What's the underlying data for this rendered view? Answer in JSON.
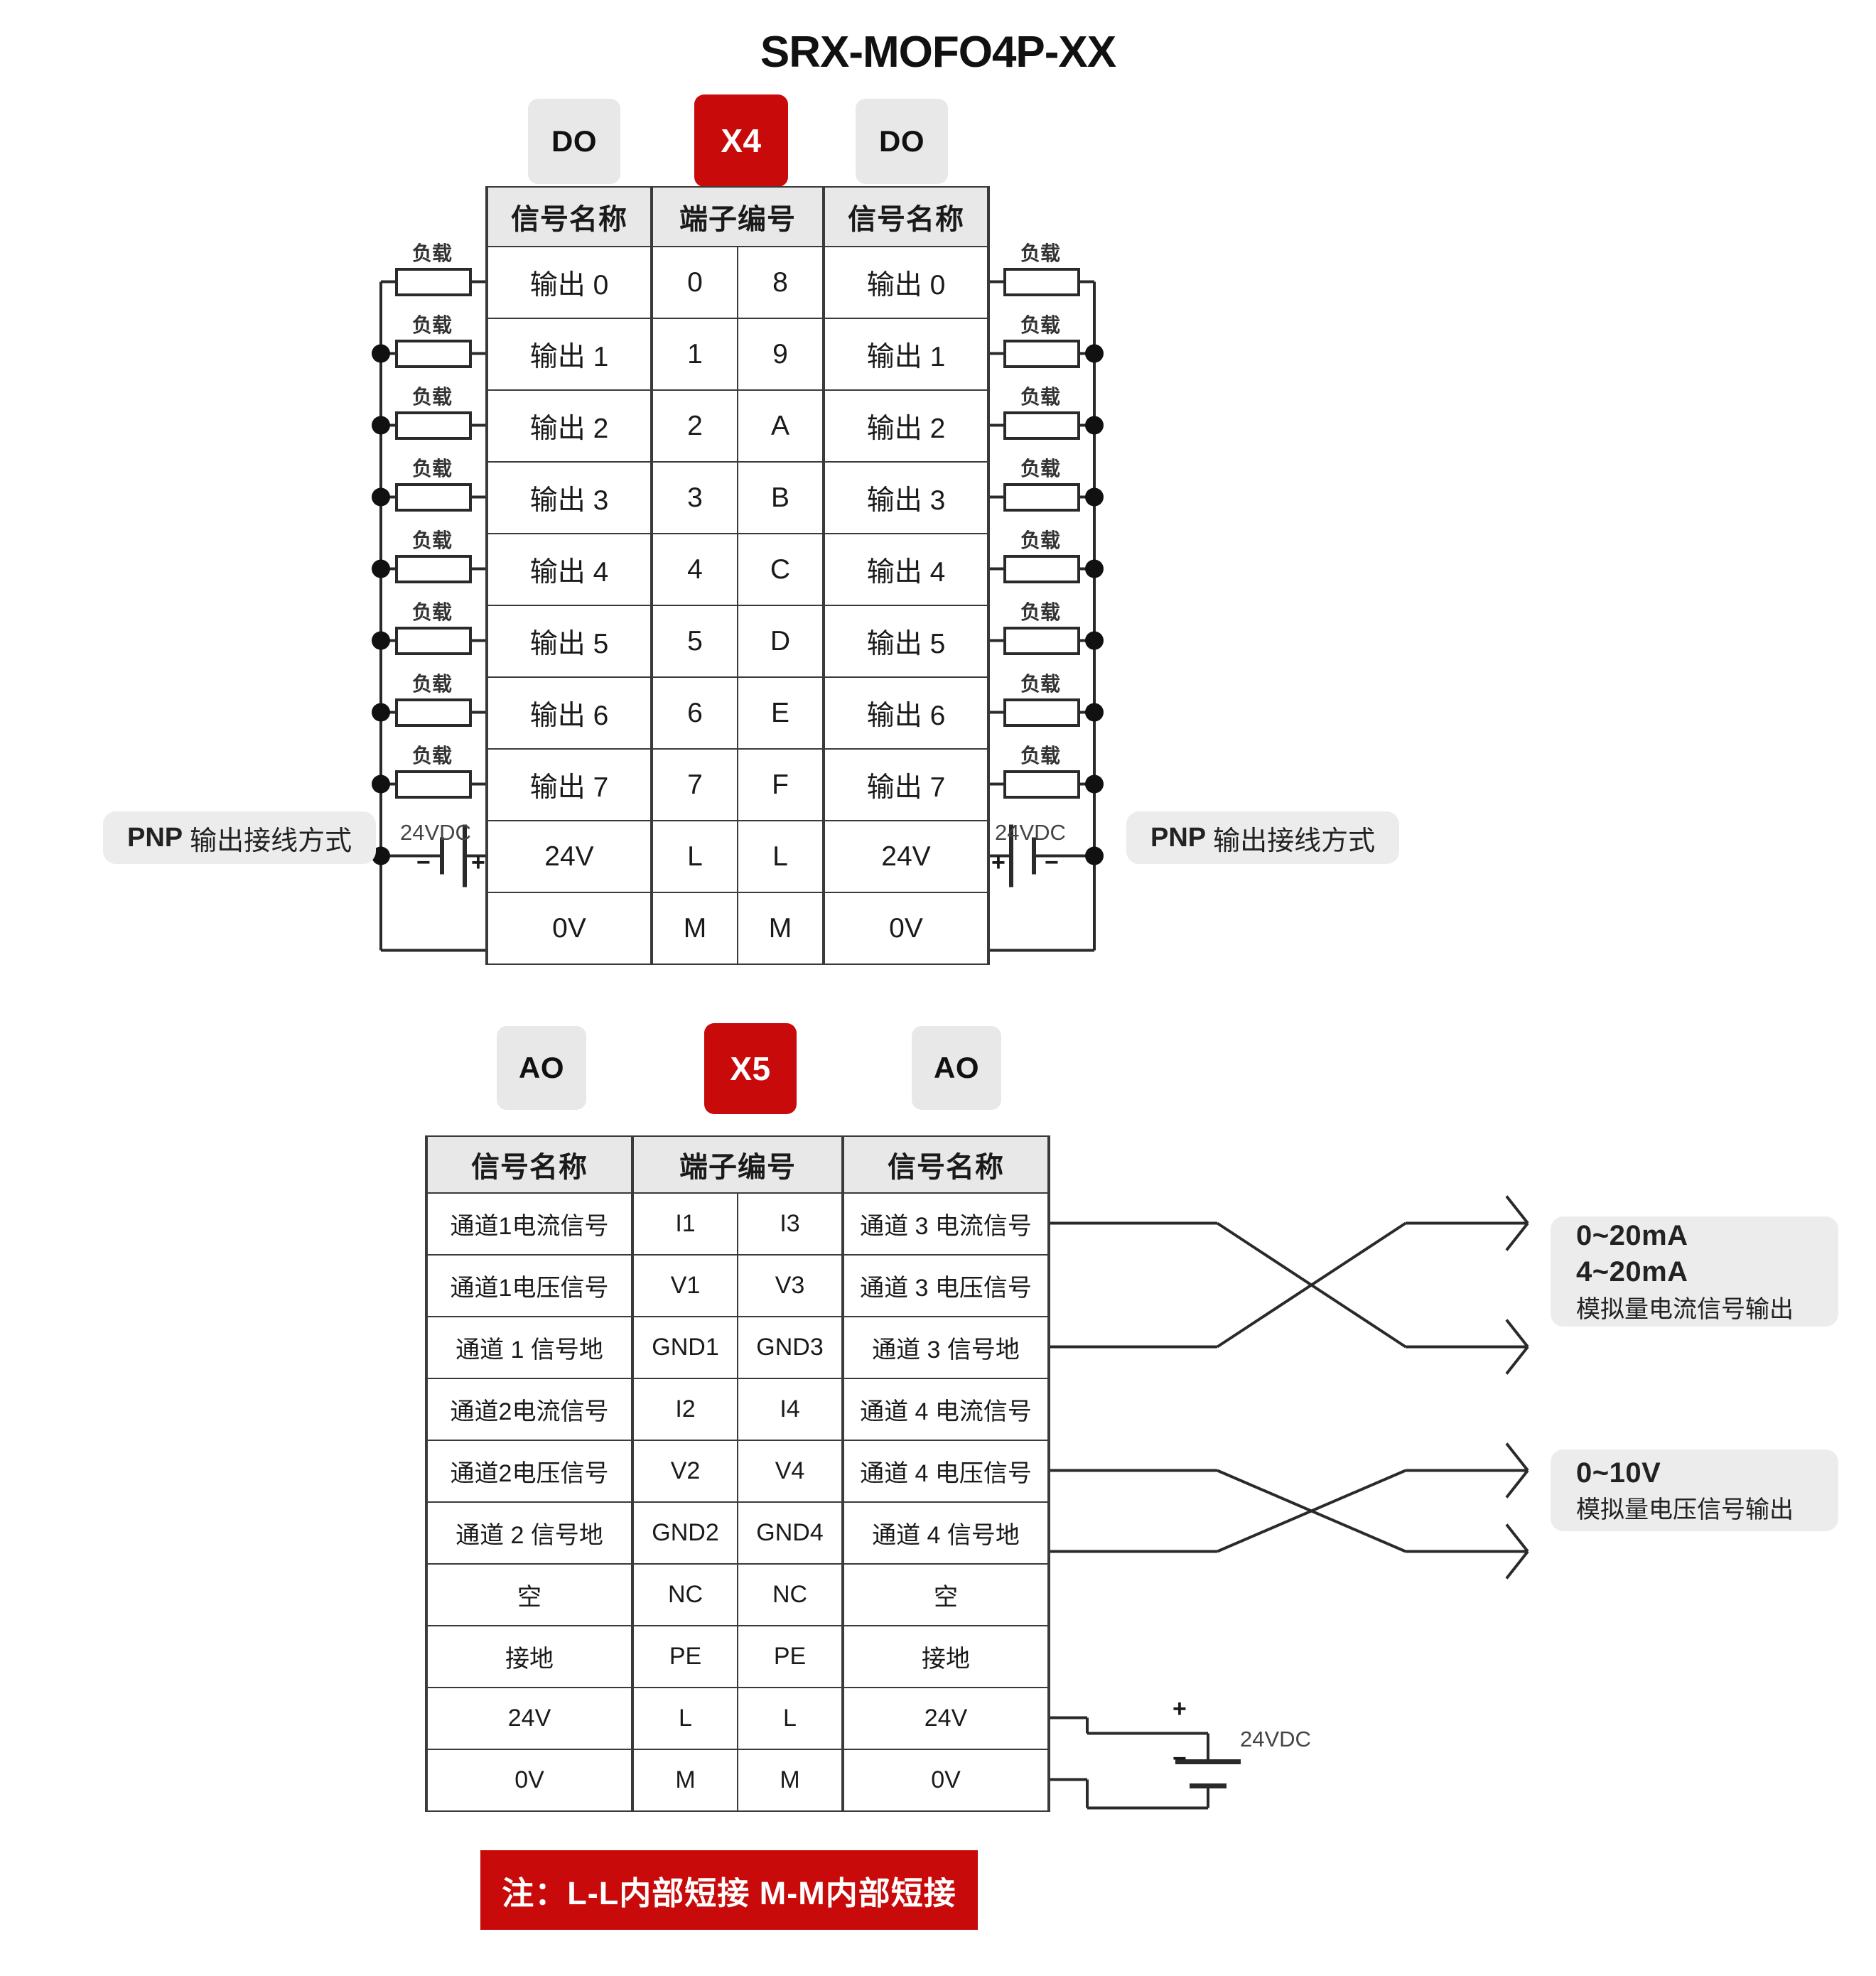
{
  "title": "SRX-MOFO4P-XX",
  "section_x4": {
    "badges": {
      "left": "DO",
      "center": "X4",
      "right": "DO"
    },
    "headers": {
      "signal": "信号名称",
      "terminal": "端子编号"
    },
    "rows": [
      {
        "left_signal": "输出 0",
        "left_term": "0",
        "right_term": "8",
        "right_signal": "输出 0"
      },
      {
        "left_signal": "输出 1",
        "left_term": "1",
        "right_term": "9",
        "right_signal": "输出 1"
      },
      {
        "left_signal": "输出 2",
        "left_term": "2",
        "right_term": "A",
        "right_signal": "输出 2"
      },
      {
        "left_signal": "输出 3",
        "left_term": "3",
        "right_term": "B",
        "right_signal": "输出 3"
      },
      {
        "left_signal": "输出 4",
        "left_term": "4",
        "right_term": "C",
        "right_signal": "输出 4"
      },
      {
        "left_signal": "输出 5",
        "left_term": "5",
        "right_term": "D",
        "right_signal": "输出 5"
      },
      {
        "left_signal": "输出 6",
        "left_term": "6",
        "right_term": "E",
        "right_signal": "输出 6"
      },
      {
        "left_signal": "输出 7",
        "left_term": "7",
        "right_term": "F",
        "right_signal": "输出 7"
      },
      {
        "left_signal": "24V",
        "left_term": "L",
        "right_term": "L",
        "right_signal": "24V"
      },
      {
        "left_signal": "0V",
        "left_term": "M",
        "right_term": "M",
        "right_signal": "0V"
      }
    ],
    "load_label": "负载",
    "supply_label": "24VDC",
    "plus": "+",
    "minus": "−",
    "wiring_note_bold": "PNP",
    "wiring_note_rest": "输出接线方式"
  },
  "section_x5": {
    "badges": {
      "left": "AO",
      "center": "X5",
      "right": "AO"
    },
    "headers": {
      "signal": "信号名称",
      "terminal": "端子编号"
    },
    "rows": [
      {
        "left_signal": "通道1电流信号",
        "left_term": "I1",
        "right_term": "I3",
        "right_signal": "通道 3 电流信号"
      },
      {
        "left_signal": "通道1电压信号",
        "left_term": "V1",
        "right_term": "V3",
        "right_signal": "通道 3 电压信号"
      },
      {
        "left_signal": "通道 1 信号地",
        "left_term": "GND1",
        "right_term": "GND3",
        "right_signal": "通道 3 信号地"
      },
      {
        "left_signal": "通道2电流信号",
        "left_term": "I2",
        "right_term": "I4",
        "right_signal": "通道 4 电流信号"
      },
      {
        "left_signal": "通道2电压信号",
        "left_term": "V2",
        "right_term": "V4",
        "right_signal": "通道 4 电压信号"
      },
      {
        "left_signal": "通道 2 信号地",
        "left_term": "GND2",
        "right_term": "GND4",
        "right_signal": "通道 4 信号地"
      },
      {
        "left_signal": "空",
        "left_term": "NC",
        "right_term": "NC",
        "right_signal": "空"
      },
      {
        "left_signal": "接地",
        "left_term": "PE",
        "right_term": "PE",
        "right_signal": "接地"
      },
      {
        "left_signal": "24V",
        "left_term": "L",
        "right_term": "L",
        "right_signal": "24V"
      },
      {
        "left_signal": "0V",
        "left_term": "M",
        "right_term": "M",
        "right_signal": "0V"
      }
    ],
    "current_out": {
      "range_1": "0~20mA",
      "range_2": "4~20mA",
      "description": "模拟量电流信号输出"
    },
    "voltage_out": {
      "range_1": "0~10V",
      "description": "模拟量电压信号输出"
    },
    "supply_label": "24VDC",
    "plus": "+",
    "minus": "−"
  },
  "note": "注：L-L内部短接  M-M内部短接",
  "colors": {
    "accent_red": "#c80a0a",
    "pill_grey": "#ececec",
    "header_grey": "#e8e8e8",
    "line": "#2a2a2a"
  }
}
